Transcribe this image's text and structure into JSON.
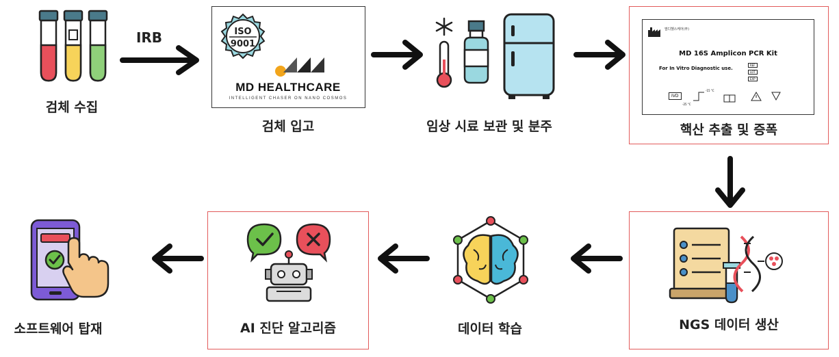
{
  "steps": {
    "specimen_collection": "검체 수집",
    "specimen_receipt": "검체 입고",
    "sample_storage": "임상 시료 보관 및 분주",
    "extraction_amplification": "핵산 추출 및 증폭",
    "ngs_data": "NGS 데이터 생산",
    "data_learning": "데이터 학습",
    "ai_algorithm": "AI 진단 알고리즘",
    "software": "소프트웨어 탑재"
  },
  "arrow_labels": {
    "irb": "IRB"
  },
  "iso_badge": {
    "line1": "ISO",
    "line2": "9001"
  },
  "company": {
    "name": "MD HEALTHCARE",
    "tagline": "INTELLIGENT CHASER ON NANO COSMOS"
  },
  "kit_label": {
    "manufacturer": "엠디헬스케어(주)",
    "title": "MD 16S Amplicon PCR Kit",
    "use": "For In Vitro Diagnostic use.",
    "fields": [
      "REF",
      "LOT",
      "EXP"
    ],
    "ivd": "IVD",
    "temp_high": "-15 °C",
    "temp_low": "-25 °C"
  },
  "colors": {
    "highlight_border": "#e25a5a",
    "arrow": "#111111"
  }
}
